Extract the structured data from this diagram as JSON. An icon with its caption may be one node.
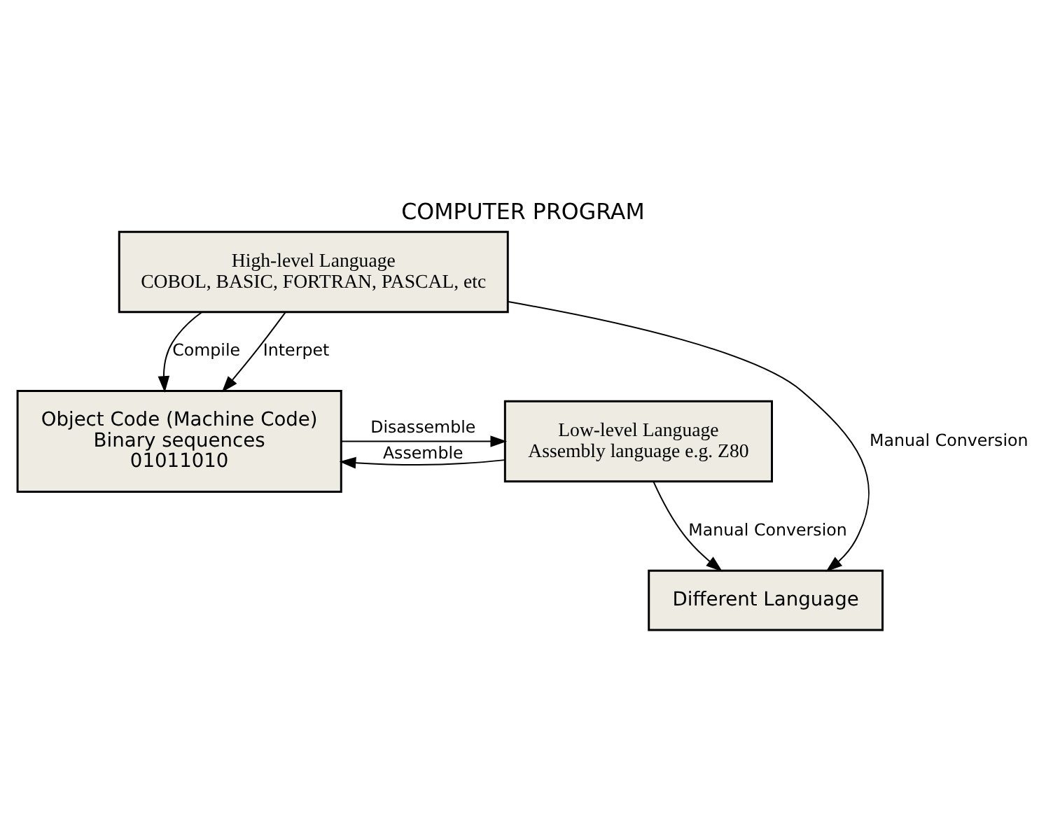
{
  "diagram": {
    "title": "COMPUTER PROGRAM",
    "nodes": [
      {
        "text": [
          "High-level Language",
          "COBOL, BASIC, FORTRAN, PASCAL, etc"
        ]
      },
      {
        "text": [
          "Low-level Language",
          "Assembly language e.g. Z80"
        ]
      },
      {
        "text": [
          "Object Code (Machine Code)",
          "Binary sequences",
          "01011010"
        ]
      },
      {
        "text": [
          "Different Language"
        ]
      }
    ],
    "edges": [
      {
        "from": 0,
        "to": 2,
        "arrow": "to",
        "label": "Compile"
      },
      {
        "from": 0,
        "to": 2,
        "arrow": "to",
        "label": "Interpet"
      },
      {
        "from": 1,
        "to": 2,
        "arrow": "to",
        "label": "Assemble"
      },
      {
        "from": 2,
        "to": 1,
        "arrow": "to",
        "label": "Disassemble"
      },
      {
        "from": 1,
        "to": 3,
        "arrow": "to",
        "label": "Manual Conversion"
      },
      {
        "from": 0,
        "to": 3,
        "arrow": "to",
        "label": "Manual Conversion"
      }
    ]
  }
}
